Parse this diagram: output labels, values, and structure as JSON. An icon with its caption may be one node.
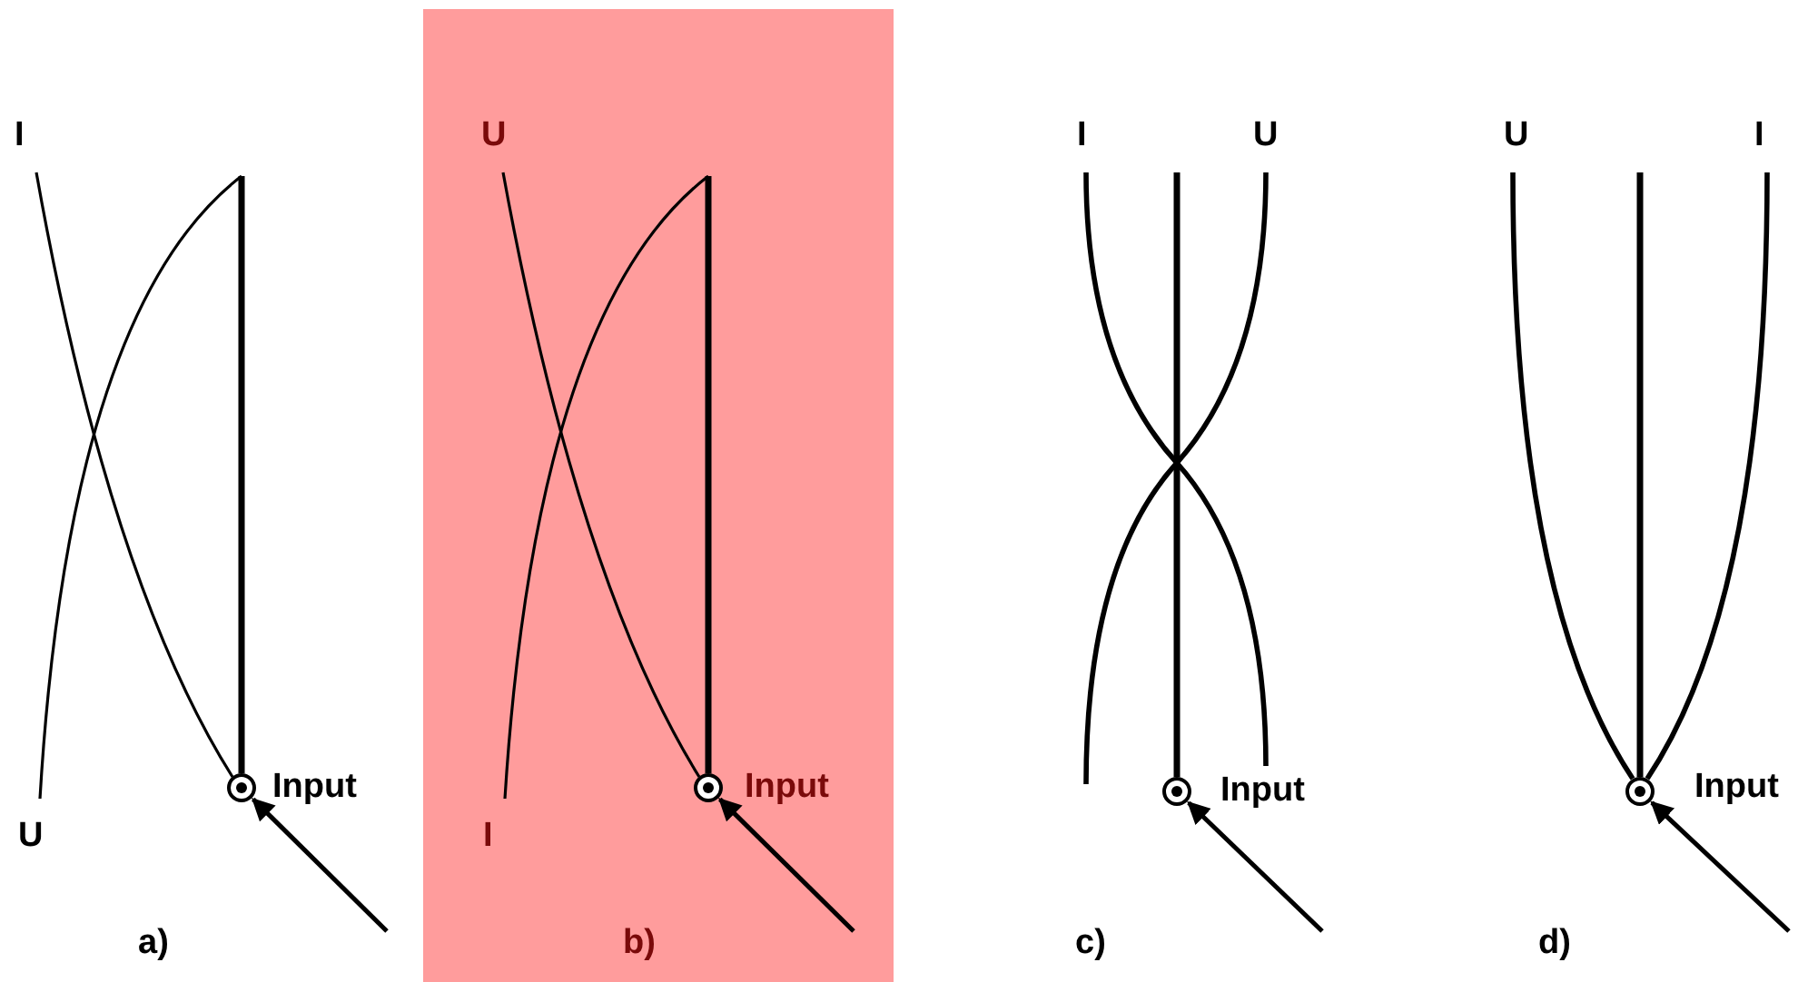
{
  "diagram": {
    "nodes": [
      {
        "text": [],
        "shape": "circle",
        "beside": [
          "Input"
        ]
      },
      {
        "text": [
          "b)"
        ]
      },
      {
        "text": [],
        "shape": "circle",
        "beside": [
          "Input"
        ],
        "in": 1
      },
      {
        "text": [],
        "shape": "circle",
        "beside": [
          "Input"
        ]
      },
      {
        "text": [],
        "shape": "circle",
        "beside": [
          "Input"
        ]
      }
    ],
    "edges": [
      {
        "from": null,
        "to": 0,
        "arrow": "to"
      },
      {
        "from": null,
        "to": 2,
        "arrow": "to"
      },
      {
        "from": null,
        "to": 3,
        "arrow": "to"
      },
      {
        "from": null,
        "to": 4,
        "arrow": "to"
      }
    ],
    "labels": [
      "I",
      "U",
      "a)",
      "U",
      "I",
      "I",
      "U",
      "c)",
      "U",
      "I",
      "d)"
    ]
  }
}
